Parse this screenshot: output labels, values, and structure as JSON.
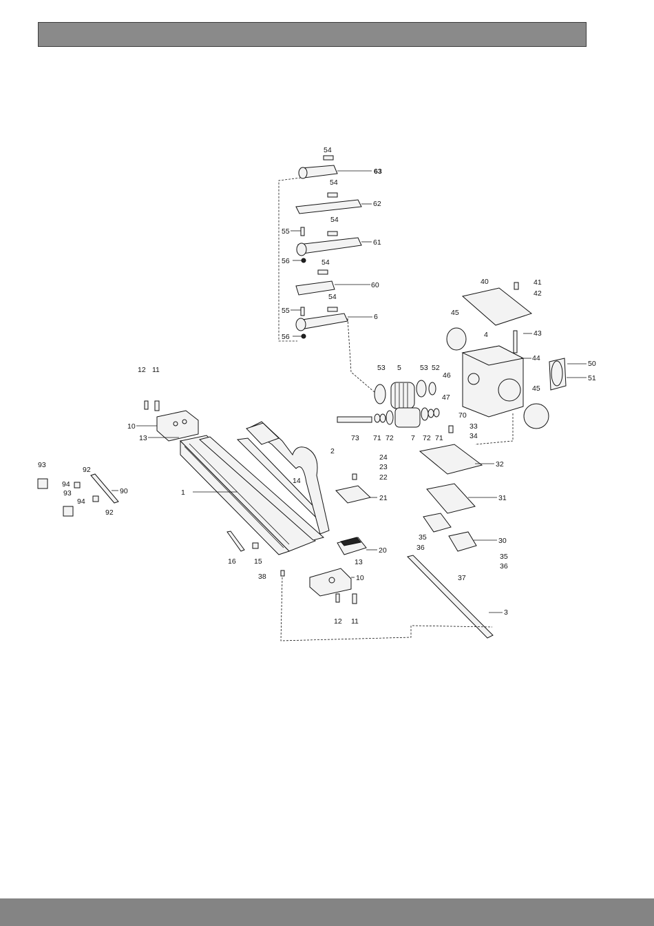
{
  "labels": [
    "54",
    "63",
    "54",
    "62",
    "55",
    "54",
    "61",
    "56",
    "54",
    "60",
    "55",
    "54",
    "6",
    "56",
    "53",
    "5",
    "53",
    "52",
    "46",
    "47",
    "40",
    "41",
    "42",
    "45",
    "4",
    "43",
    "44",
    "50",
    "51",
    "45",
    "12",
    "11",
    "10",
    "13",
    "2",
    "73",
    "71",
    "72",
    "7",
    "72",
    "71",
    "70",
    "33",
    "34",
    "24",
    "23",
    "22",
    "21",
    "14",
    "1",
    "93",
    "92",
    "94",
    "90",
    "93",
    "94",
    "92",
    "32",
    "31",
    "30",
    "35",
    "36",
    "35",
    "36",
    "37",
    "16",
    "15",
    "20",
    "13",
    "10",
    "38",
    "12",
    "11",
    "3"
  ],
  "bold_labels": [
    "63"
  ]
}
